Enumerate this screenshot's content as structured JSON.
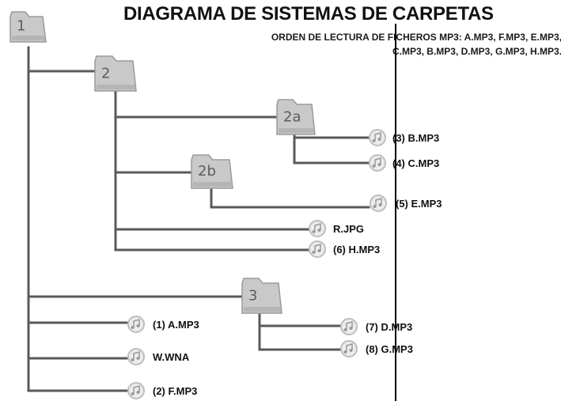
{
  "title": "DIAGRAMA DE SISTEMAS DE CARPETAS",
  "subtitle": {
    "line1": "ORDEN DE LECTURA DE FICHEROS MP3: A.MP3, F.MP3, E.MP3,",
    "line2": "C.MP3, B.MP3, D.MP3, G.MP3, H.MP3."
  },
  "folders": [
    {
      "id": "f1",
      "label": "1"
    },
    {
      "id": "f2",
      "label": "2"
    },
    {
      "id": "f2a",
      "label": "2a"
    },
    {
      "id": "f2b",
      "label": "2b"
    },
    {
      "id": "f3",
      "label": "3"
    }
  ],
  "files": [
    {
      "id": "b",
      "label": "(3) B.MP3"
    },
    {
      "id": "c",
      "label": "(4) C.MP3"
    },
    {
      "id": "e",
      "label": "(5) E.MP3"
    },
    {
      "id": "r",
      "label": "R.JPG"
    },
    {
      "id": "h",
      "label": "(6) H.MP3"
    },
    {
      "id": "a",
      "label": "(1) A.MP3"
    },
    {
      "id": "d",
      "label": "(7) D.MP3"
    },
    {
      "id": "g",
      "label": "(8) G.MP3"
    },
    {
      "id": "w",
      "label": "W.WNA"
    },
    {
      "id": "f",
      "label": "(2) F.MP3"
    }
  ],
  "colors": {
    "line": "#5a5a5a",
    "folder_body": "#c9c9c9",
    "folder_edge": "#9a9a9a",
    "folder_label": "#5c5c5c",
    "icon_circle": "#bdbdbd",
    "text": "#111111"
  },
  "icons": {
    "folder": "folder-icon",
    "file": "music-note-icon"
  }
}
